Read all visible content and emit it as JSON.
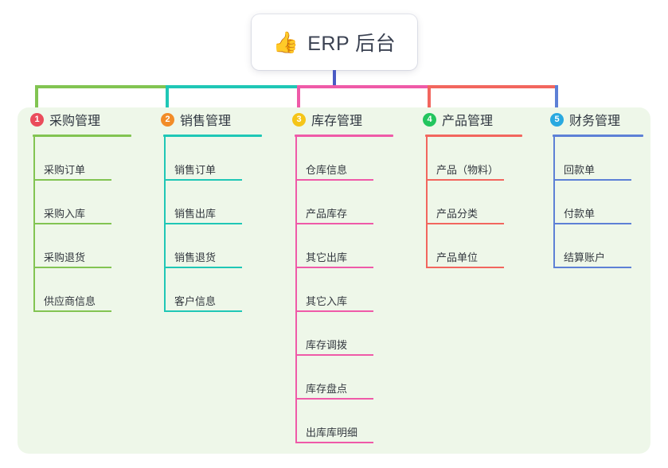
{
  "root": {
    "icon": "thumbs-up-icon",
    "emoji": "👍",
    "title": "ERP 后台"
  },
  "palette": {
    "panel_bg": "#eef7e9",
    "card_bg": "#ffffff",
    "text": "#2f3640",
    "stem_blue": "#4a5ac4"
  },
  "columns": [
    {
      "number": "1",
      "title": "采购管理",
      "badge_color": "#ea4c5b",
      "line_color": "#82c452",
      "items": [
        {
          "label": "采购订单"
        },
        {
          "label": "采购入库"
        },
        {
          "label": "采购退货"
        },
        {
          "label": "供应商信息"
        }
      ]
    },
    {
      "number": "2",
      "title": "销售管理",
      "badge_color": "#f28c28",
      "line_color": "#1fc7b6",
      "items": [
        {
          "label": "销售订单"
        },
        {
          "label": "销售出库"
        },
        {
          "label": "销售退货"
        },
        {
          "label": "客户信息"
        }
      ]
    },
    {
      "number": "3",
      "title": "库存管理",
      "badge_color": "#f5c518",
      "line_color": "#ef5aa8",
      "items": [
        {
          "label": "仓库信息"
        },
        {
          "label": "产品库存"
        },
        {
          "label": "其它出库"
        },
        {
          "label": "其它入库"
        },
        {
          "label": "库存调拨"
        },
        {
          "label": "库存盘点"
        },
        {
          "label": "出库库明细"
        }
      ]
    },
    {
      "number": "4",
      "title": "产品管理",
      "badge_color": "#22c55e",
      "line_color": "#f2665e",
      "items": [
        {
          "label": "产品（物料）"
        },
        {
          "label": "产品分类"
        },
        {
          "label": "产品单位"
        }
      ]
    },
    {
      "number": "5",
      "title": "财务管理",
      "badge_color": "#29a9e0",
      "line_color": "#5d80d6",
      "items": [
        {
          "label": "回款单"
        },
        {
          "label": "付款单"
        },
        {
          "label": "结算账户"
        }
      ]
    }
  ]
}
